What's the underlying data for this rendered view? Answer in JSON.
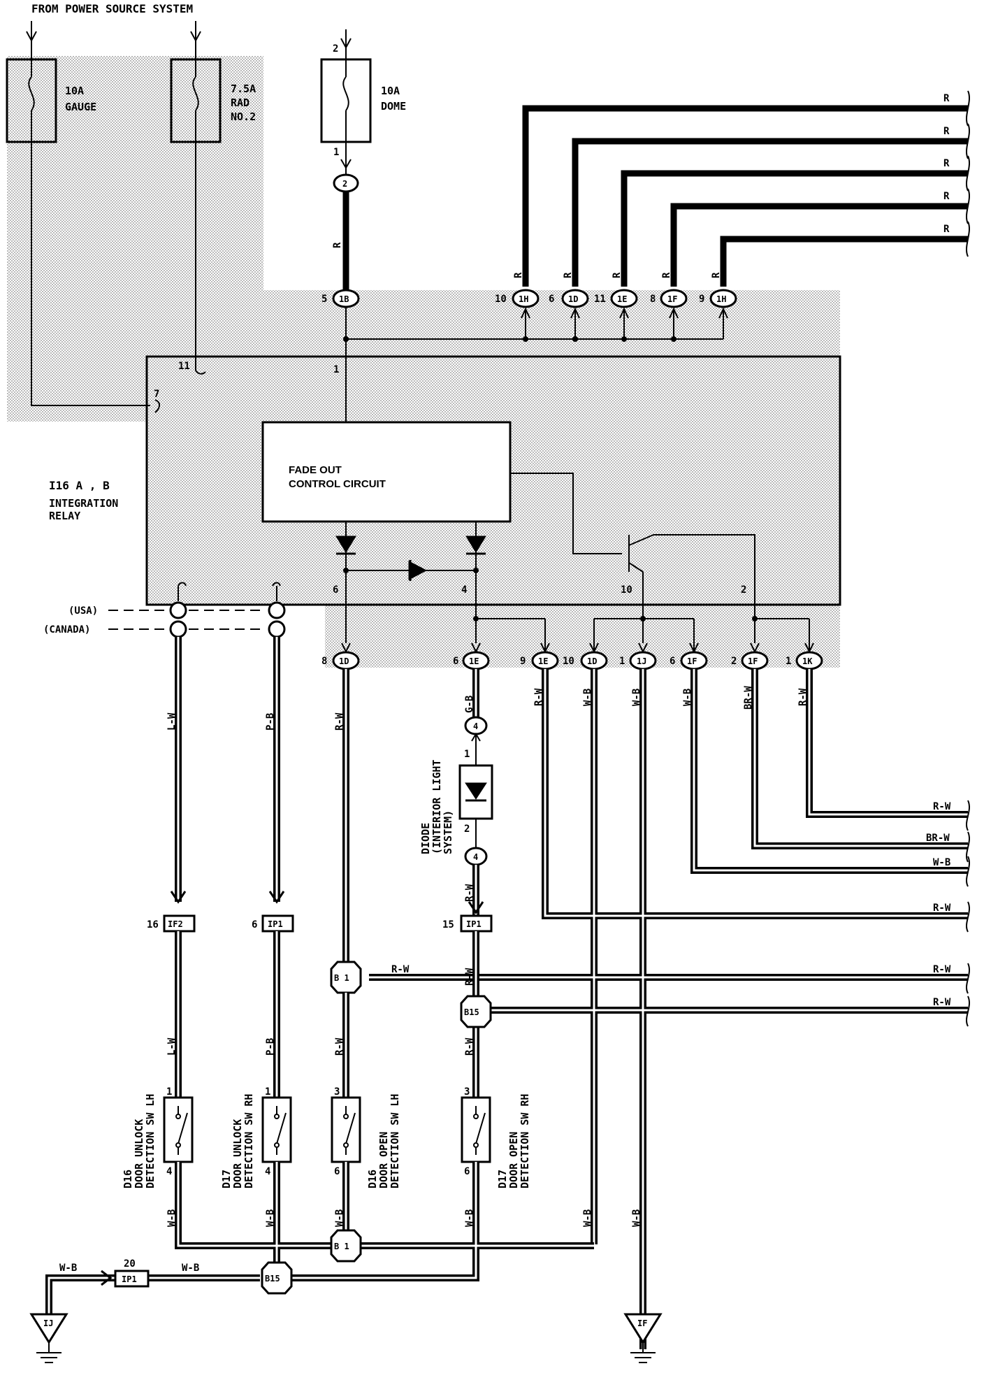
{
  "header": {
    "power_source": "FROM POWER SOURCE SYSTEM"
  },
  "fuses": [
    {
      "amp": "10A",
      "name": "GAUGE"
    },
    {
      "amp": "7.5A",
      "name": "RAD",
      "name2": "NO.2"
    },
    {
      "amp": "10A",
      "name": "DOME",
      "pin_top": "2",
      "pin_bottom": "1"
    }
  ],
  "relay": {
    "code": "I16 A , B",
    "line1": "INTEGRATION",
    "line2": "RELAY",
    "circuit_line1": "FADE OUT",
    "circuit_line2": "CONTROL CIRCUIT",
    "region_usa": "(USA)",
    "region_canada": "(CANADA)",
    "pins": {
      "p11": "11",
      "p7": "7",
      "p1": "1",
      "p6": "6",
      "p4": "4",
      "p10": "10",
      "p2": "2"
    }
  },
  "top_connectors": [
    {
      "pin": "5",
      "code": "1B"
    },
    {
      "pin": "10",
      "code": "1H"
    },
    {
      "pin": "6",
      "code": "1D"
    },
    {
      "pin": "11",
      "code": "1E"
    },
    {
      "pin": "8",
      "code": "1F"
    },
    {
      "pin": "9",
      "code": "1H"
    }
  ],
  "bottom_connectors": [
    {
      "pin": "8",
      "code": "1D"
    },
    {
      "pin": "6",
      "code": "1E"
    },
    {
      "pin": "9",
      "code": "1E"
    },
    {
      "pin": "10",
      "code": "1D"
    },
    {
      "pin": "1",
      "code": "1J"
    },
    {
      "pin": "6",
      "code": "1F"
    },
    {
      "pin": "2",
      "code": "1F"
    },
    {
      "pin": "1",
      "code": "1K"
    }
  ],
  "wire_colors": {
    "r": "R",
    "lw": "L-W",
    "pb": "P-B",
    "rw": "R-W",
    "gb": "G-B",
    "wb": "W-B",
    "brw": "BR-W"
  },
  "diode": {
    "title": "DIODE",
    "sub1": "(INTERIOR LIGHT",
    "sub2": "SYSTEM)",
    "pin1": "1",
    "pin2": "2",
    "conn": "4"
  },
  "junctions": {
    "j2": "2",
    "jB1": "B 1",
    "jB15": "B15",
    "if2": "IF2",
    "ip1": "IP1",
    "if2_pin": "16",
    "ip1_pin_a": "6",
    "ip1_pin_b": "15",
    "ip1_pin_c": "20"
  },
  "switches": [
    {
      "code": "D16",
      "l1": "DOOR UNLOCK",
      "l2": "DETECTION SW LH",
      "pin_top": "1",
      "pin_bot": "4"
    },
    {
      "code": "D17",
      "l1": "DOOR UNLOCK",
      "l2": "DETECTION SW RH",
      "pin_top": "1",
      "pin_bot": "4"
    },
    {
      "code": "D16",
      "l1": "DOOR OPEN",
      "l2": "DETECTION SW LH",
      "pin_top": "3",
      "pin_bot": "6"
    },
    {
      "code": "D17",
      "l1": "DOOR OPEN",
      "l2": "DETECTION SW RH",
      "pin_top": "3",
      "pin_bot": "6"
    }
  ],
  "grounds": {
    "left": "IJ",
    "right": "IF"
  }
}
